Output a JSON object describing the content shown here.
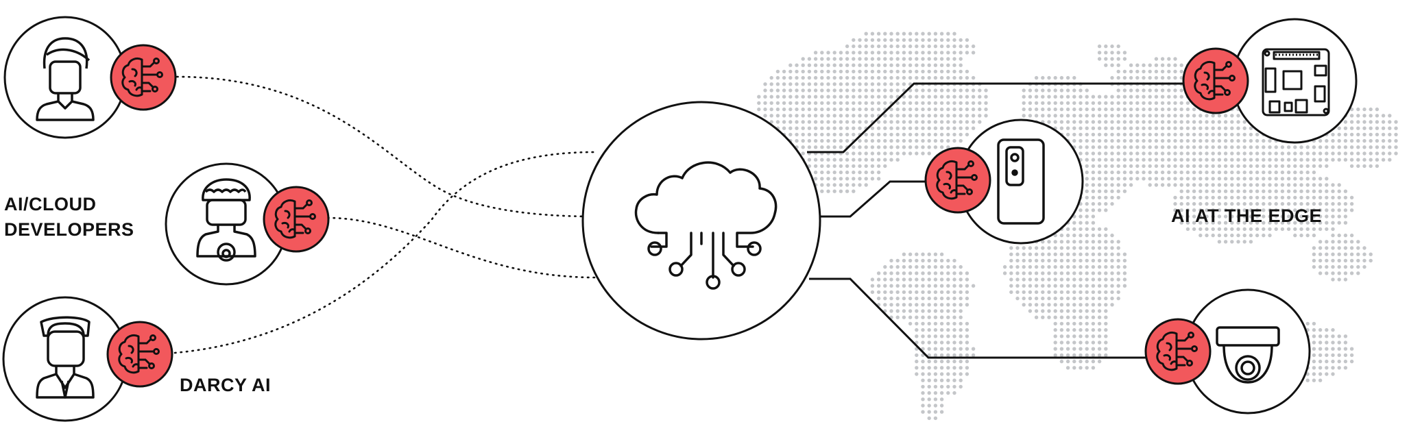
{
  "labels": {
    "developers_line1": "AI/CLOUD",
    "developers_line2": "DEVELOPERS",
    "darcy": "DARCY AI",
    "edge": "AI AT THE EDGE"
  },
  "colors": {
    "brain_badge": "#f2585c",
    "stroke": "#111111",
    "map_dots": "#c4c6c9",
    "background": "#ffffff"
  },
  "icons": {
    "left_people": [
      "female-developer-icon",
      "curly-hair-developer-icon",
      "man-in-suit-icon"
    ],
    "center": "cloud-network-icon",
    "right_devices": [
      "circuit-board-icon",
      "smartphone-icon",
      "dome-security-camera-icon"
    ],
    "badge": "ai-brain-icon"
  }
}
